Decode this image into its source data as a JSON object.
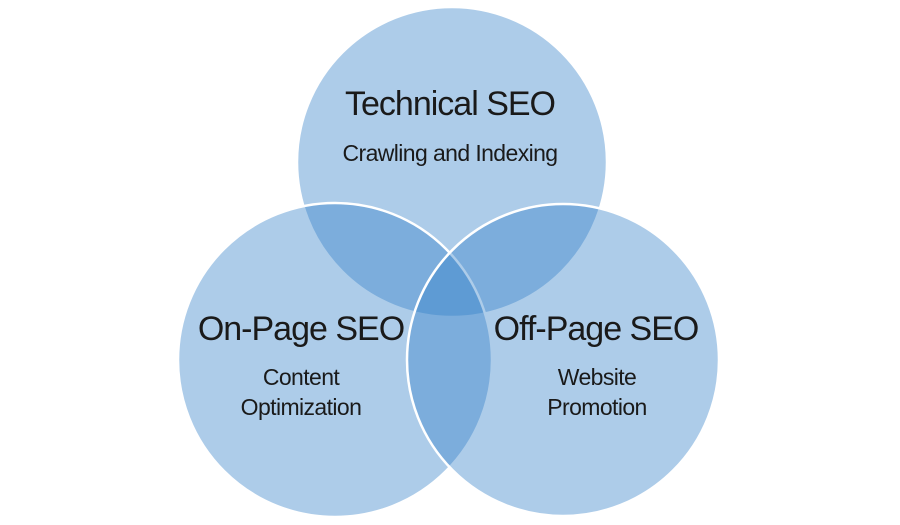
{
  "venn": {
    "background_color": "#ffffff",
    "circle_color": "#3280c8",
    "circle_opacity": "0.4",
    "stroke_color": "#ffffff",
    "text_color": "#1a1a1a",
    "overlap_pair_color": "#7caddc",
    "overlap_triple_color": "#5e9bd4",
    "sets": [
      {
        "name": "technical-seo",
        "title": "Technical SEO",
        "subtitle_lines": [
          "Crawling and Indexing"
        ]
      },
      {
        "name": "on-page-seo",
        "title": "On-Page SEO",
        "subtitle_lines": [
          "Content",
          "Optimization"
        ]
      },
      {
        "name": "off-page-seo",
        "title": "Off-Page SEO",
        "subtitle_lines": [
          "Website",
          "Promotion"
        ]
      }
    ]
  }
}
